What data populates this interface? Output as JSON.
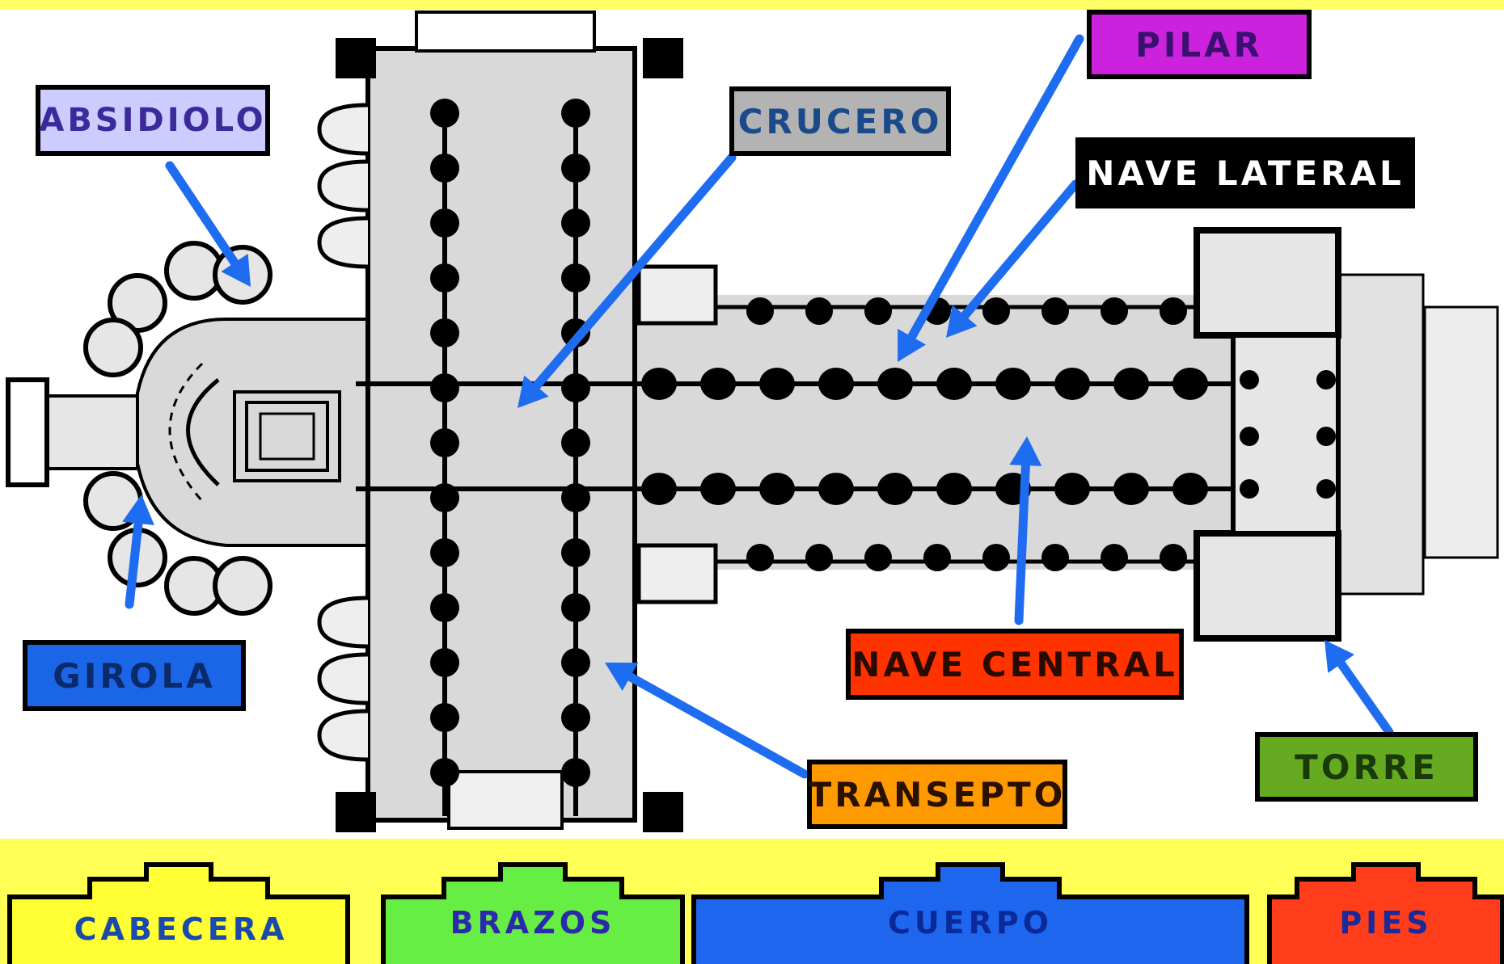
{
  "labels": {
    "absidiolo": "ABSIDIOLO",
    "crucero": "CRUCERO",
    "pilar": "PILAR",
    "nave_lateral": "NAVE LATERAL",
    "girola": "GIROLA",
    "nave_central": "NAVE CENTRAL",
    "transepto": "TRANSEPTO",
    "torre": "TORRE"
  },
  "sections": {
    "cabecera": "CABECERA",
    "brazos": "BRAZOS",
    "cuerpo": "CUERPO",
    "pies": "PIES"
  },
  "colors": {
    "absidiolo": "#ccccff",
    "crucero": "#b3b3b3",
    "pilar": "#cc22dd",
    "nave_lateral": "#000000",
    "girola": "#1a66e6",
    "nave_central": "#ff3300",
    "transepto": "#ff9900",
    "torre": "#66aa22",
    "cabecera": "#ffff33",
    "brazos": "#66ee44",
    "cuerpo": "#1f66ee",
    "pies": "#ff3d1a",
    "arrow": "#1e6cf0",
    "plan_fill": "#d9d9d9"
  }
}
